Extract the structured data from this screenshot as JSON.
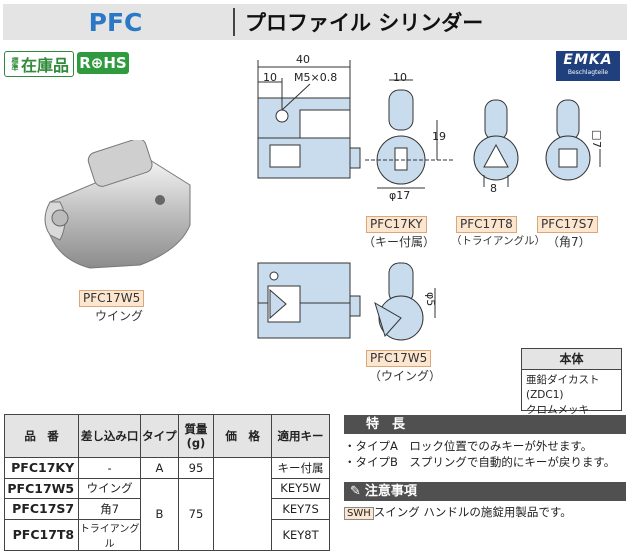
{
  "header": {
    "code": "PFC",
    "title": "プロファイル シリンダー"
  },
  "badges": {
    "stock_small": "標準",
    "stock_big": "在庫品",
    "rohs": "R⊕HS"
  },
  "brand": {
    "logo": "EMKA",
    "tagline": "Beschlagteile"
  },
  "product": {
    "photo_label": "PFC17W5",
    "photo_sub": "ウイング"
  },
  "dimensions": {
    "width": "40",
    "left": "10",
    "thread": "M5×0.8",
    "cam_width": "10",
    "height": "19",
    "dia": "φ17",
    "tri": "8",
    "sq": "□7",
    "small_dia": "φ5"
  },
  "variants": [
    {
      "label": "PFC17KY",
      "sub": "（キー付属）"
    },
    {
      "label": "PFC17T8",
      "sub": "（トライアングル）"
    },
    {
      "label": "PFC17S7",
      "sub": "（角7）"
    },
    {
      "label": "PFC17W5",
      "sub": "（ウイング）"
    }
  ],
  "material": {
    "heading": "本体",
    "line1": "亜鉛ダイカスト(ZDC1)",
    "line2": "クロムメッキ"
  },
  "table": {
    "headers": [
      "品　番",
      "差し込み口",
      "タイプ",
      "質量\n(g)",
      "価　格",
      "適用キー"
    ],
    "rows": [
      {
        "code": "PFC17KY",
        "inlet": "-",
        "key": "キー付属"
      },
      {
        "code": "PFC17W5",
        "inlet": "ウイング",
        "key": "KEY5W"
      },
      {
        "code": "PFC17S7",
        "inlet": "角7",
        "key": "KEY7S"
      },
      {
        "code": "PFC17T8",
        "inlet": "トライアングル",
        "key": "KEY8T"
      }
    ],
    "type_a": "A",
    "type_b": "B",
    "mass_a": "95",
    "mass_b": "75"
  },
  "features": {
    "heading": "特　長",
    "line1": "・タイプA　ロック位置でのみキーが外せます。",
    "line2": "・タイプB　スプリングで自動的にキーが戻ります。"
  },
  "notes": {
    "heading": "注意事項",
    "tag": "SWH",
    "text": "スイング ハンドルの施錠用製品です。"
  },
  "colors": {
    "accent": "#2a78c6",
    "label_bg": "#fde6cf",
    "header_bg": "#e4e4e4",
    "drawing_blue": "#c8dcee",
    "rohs_green": "#2f9a3e",
    "emka_blue": "#1f3f7d"
  }
}
